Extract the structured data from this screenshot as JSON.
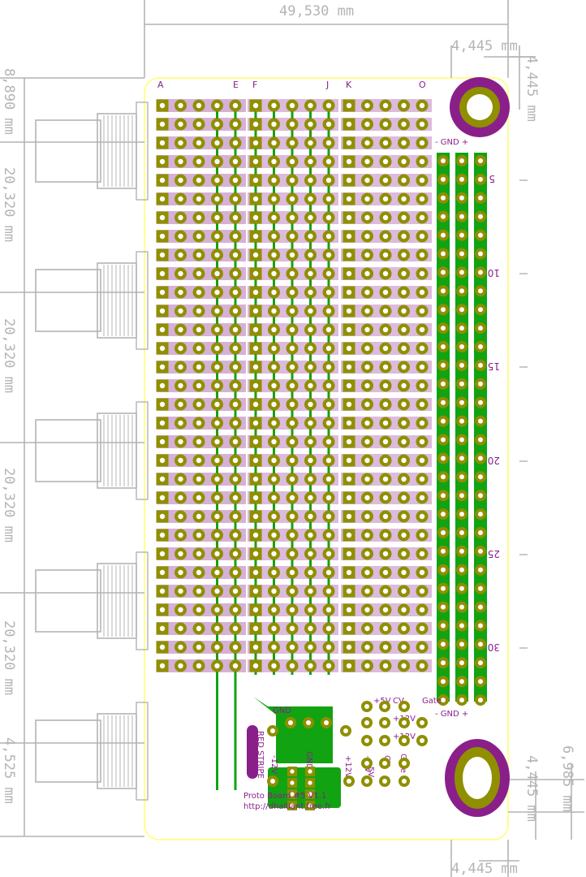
{
  "dimensions": {
    "top_width": "49,530 mm",
    "top_right_small": "4,445 mm",
    "top_right_vertical": "4,445 mm",
    "left_segments": [
      "8,890 mm",
      "20,320 mm",
      "20,320 mm",
      "20,320 mm",
      "20,320 mm",
      "4,525 mm"
    ],
    "bottom_right_small": "4,445 mm",
    "bottom_right_vertical": "4,445 mm",
    "bottom_right_height": "6,985 mm"
  },
  "column_letters": [
    "A",
    "E",
    "F",
    "J",
    "K",
    "O"
  ],
  "rail_labels": {
    "top": "- GND +",
    "bottom": "- GND +"
  },
  "row_numbers": [
    "5",
    "10",
    "15",
    "20",
    "25",
    "30"
  ],
  "power_labels": {
    "gnd": "GND",
    "red_stripe": "RED STRIPE",
    "v_minus12": "-12V",
    "v_plus12": "+12V",
    "v_plus5": "+5V",
    "gnd_center": "GND",
    "gate": "Gate",
    "cv": "CV",
    "plus5v": "+5V",
    "p12_a": "+12V",
    "p12_b": "+12V",
    "gate2": "Gate",
    "cv2": "CV",
    "fivev2": "5V"
  },
  "footer": {
    "title": "Proto Board #5 V1.1",
    "url": "http://dhaillant.free.fr"
  },
  "colors": {
    "dimension": "#b4b4b4",
    "outline": "#ffff66",
    "pad": "#8f8f00",
    "copper_front": "#12a312",
    "copper_back": "#8a1f8a",
    "silk": "#8a1f8a"
  }
}
